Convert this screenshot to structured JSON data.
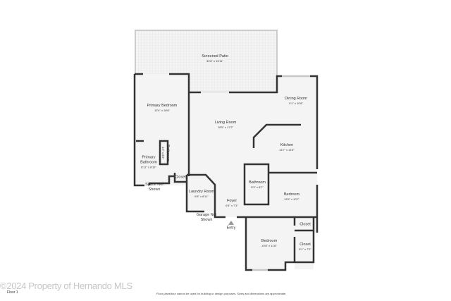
{
  "rooms": {
    "screened_patio": {
      "name": "Screened Patio",
      "dims": "33'8\" x 13'11\""
    },
    "primary_bedroom": {
      "name": "Primary Bedroom",
      "dims": "12'4\" x 18'6\""
    },
    "living_room": {
      "name": "Living Room",
      "dims": "18'5\" x 17'2\""
    },
    "dining_room": {
      "name": "Dining Room",
      "dims": "9'1\" x 10'8\""
    },
    "kitchen": {
      "name": "Kitchen",
      "dims": "14'7\" x 11'5\""
    },
    "bathroom_small": {
      "name": "Bathroom",
      "dims": "4'9\" x 8'8\""
    },
    "primary_bathroom": {
      "name": "Primary Bathroom",
      "dims": "8'11\" x 8'10\""
    },
    "closet_hall": {
      "name": "Closet"
    },
    "space_not_shown": {
      "name": "Space Not Shown"
    },
    "laundry_room": {
      "name": "Laundry Room",
      "dims": "6'8\" x 8'11\""
    },
    "foyer": {
      "name": "Foyer",
      "dims": "6'4\" x 7'3\""
    },
    "bathroom": {
      "name": "Bathroom",
      "dims": "5'3\" x 8'7\""
    },
    "bedroom_east": {
      "name": "Bedroom",
      "dims": "12'6\" x 10'7\""
    },
    "garage_not_shown": {
      "name": "Garage Not Shown"
    },
    "entry": {
      "name": "Entry"
    },
    "bedroom_south": {
      "name": "Bedroom",
      "dims": "10'8\" x 11'8\""
    },
    "closet_small": {
      "name": "Closet"
    },
    "closet_south": {
      "name": "Closet",
      "dims": "5'1\" x 7'2\""
    }
  },
  "watermark": "©2024 Property of Hernando MLS",
  "floor_label": "Floor 1",
  "disclaimer": "Floor plans/tour cannot be used for building or design purposes. Sizes and dimensions are approximate.",
  "colors": {
    "wall": "#333333",
    "floor": "#f4f4f4",
    "window": "#c8c8c8"
  }
}
